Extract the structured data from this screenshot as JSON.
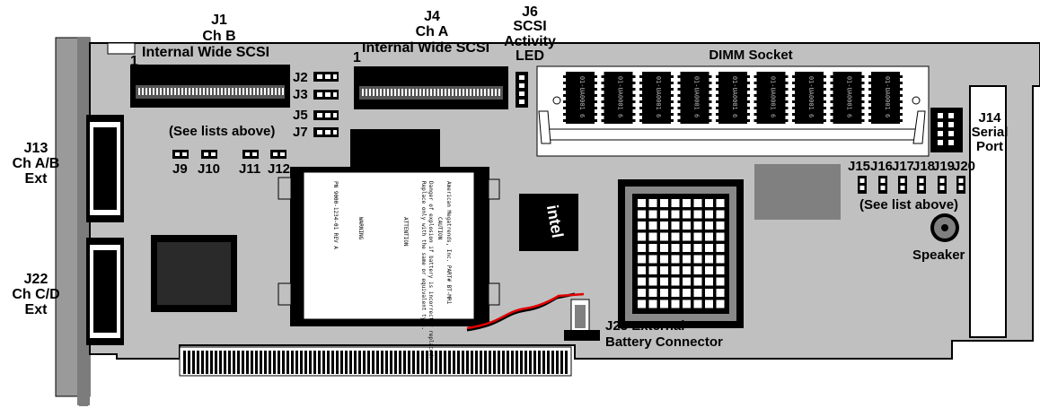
{
  "labels": {
    "j1_name": "J1",
    "j1_channel": "Ch  B",
    "j1_desc": "Internal  Wide  SCSI",
    "j1_pin": "1",
    "j4_name": "J4",
    "j4_channel": "Ch  A",
    "j4_desc": "Internal  Wide  SCSI",
    "j4_pin": "1",
    "j6_line1": "J6",
    "j6_line2": "SCSI",
    "j6_line3": "Activity",
    "j6_line4": "LED",
    "dimm": "DIMM Socket",
    "j2": "J2",
    "j3": "J3",
    "j5": "J5",
    "j7": "J7",
    "see_lists": "(See lists above)",
    "j9": "J9",
    "j10": "J10",
    "j11": "J11",
    "j12": "J12",
    "j13_line1": "J13",
    "j13_line2": "Ch  A/B",
    "j13_line3": "Ext",
    "j22_line1": "J22",
    "j22_line2": "Ch  C/D",
    "j22_line3": "Ext",
    "j14_line1": "J14",
    "j14_line2": "Serial",
    "j14_line3": "Port",
    "j15": "J15",
    "j16": "J16",
    "j17": "J17",
    "j18": "J18",
    "j19": "J19",
    "j20": "J20",
    "see_list": "(See list above)",
    "speaker": "Speaker",
    "j23_line1": "J23 External",
    "j23_line2": "Battery Connector",
    "intel": "intel"
  },
  "dimm_chip_text": "01-UA0001 6",
  "battery_label": {
    "line1": "American Megatrends, Inc.      PART# BT-MR1",
    "line2": "CAUTION",
    "line3": "Danger of explosion if battery is incorrectly replaced.",
    "line4": "Replace only with the same or equivalent type.",
    "line5": "ATTENTION",
    "line6": "WARNING",
    "line7": "PN 9000-1234-01   REV A"
  },
  "colors": {
    "board": "#c0c0c0",
    "outline": "#000000",
    "dark_chip": "#000000",
    "battery_wire_red": "#e00000"
  }
}
